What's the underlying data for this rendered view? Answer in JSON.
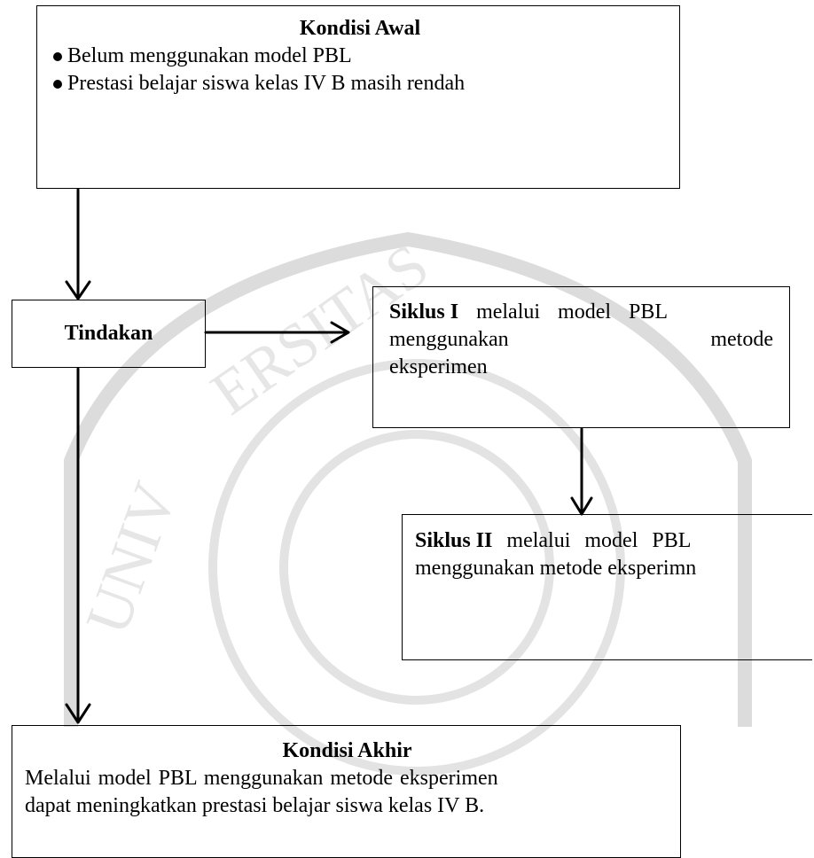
{
  "colors": {
    "line": "#000000",
    "watermark": "#d9d9d9"
  },
  "kondisi_awal": {
    "title": "Kondisi Awal",
    "bullets": [
      "Belum menggunakan model PBL",
      "Prestasi belajar siswa kelas IV B masih rendah"
    ]
  },
  "tindakan": {
    "label": "Tindakan"
  },
  "siklus1": {
    "bold": "Siklus I",
    "line1": " melalui model PBL",
    "line2a": "menggunakan",
    "line2b": "metode",
    "line3": "eksperimen"
  },
  "siklus2": {
    "bold": "Siklus II",
    "line1": " melalui model PBL",
    "line2": "menggunakan metode eksperimn"
  },
  "kondisi_akhir": {
    "title": "Kondisi Akhir",
    "line1": "Melalui model PBL menggunakan metode eksperimen",
    "line2": "dapat meningkatkan prestasi belajar siswa kelas IV B."
  }
}
